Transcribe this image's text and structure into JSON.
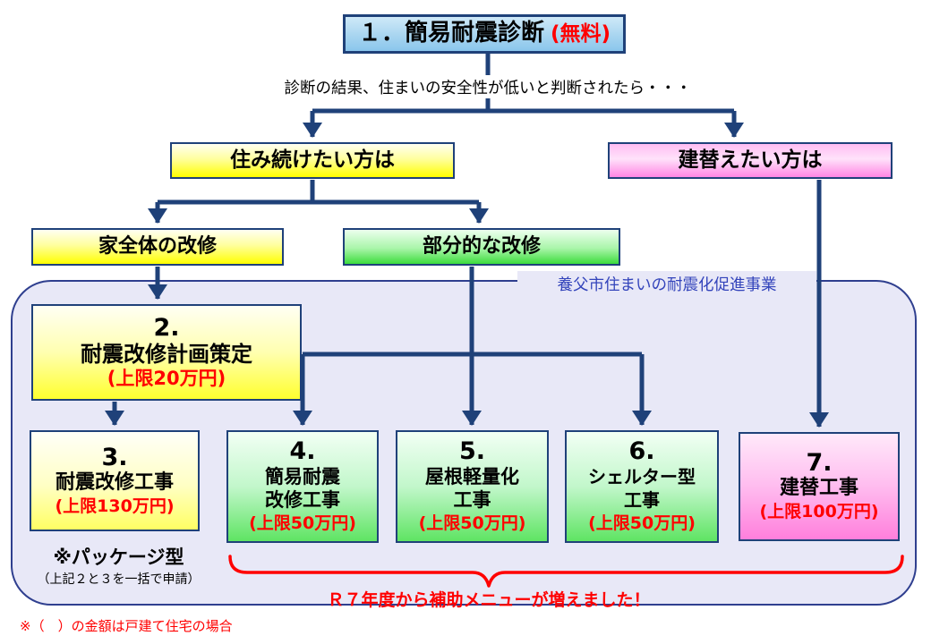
{
  "colors": {
    "connector_navy": "#1F4179",
    "accent_red": "#FF0000",
    "panel_fill": "#E8E8F7",
    "panel_label_blue": "#3344BB",
    "diagnosis_fill_blue": "#A8D5F0",
    "stay_fill_yellow": "#FFFF00",
    "partial_fill_green": "#3CDC3C",
    "rebuild_fill_pink": "#FF86E4"
  },
  "diagnosis_box": {
    "label": "１．簡易耐震診断",
    "free_note": "(無料)"
  },
  "result_caption": "診断の結果、住まいの安全性が低いと判断されたら・・・",
  "branch_stay": {
    "label": "住み続けたい方は"
  },
  "branch_rebuild": {
    "label": "建替えたい方は"
  },
  "renovation_whole": {
    "label": "家全体の改修"
  },
  "renovation_partial": {
    "label": "部分的な改修"
  },
  "program_panel": {
    "label": "養父市住まいの耐震化促進事業"
  },
  "steps": [
    {
      "number": "2.",
      "title1": "耐震改修計画策定",
      "title2": "",
      "limit": "(上限20万円)"
    },
    {
      "number": "3.",
      "title1": "耐震改修工事",
      "title2": "",
      "limit": "(上限130万円)"
    },
    {
      "number": "4.",
      "title1": "簡易耐震",
      "title2": "改修工事",
      "limit": "(上限50万円)"
    },
    {
      "number": "5.",
      "title1": "屋根軽量化",
      "title2": "工事",
      "limit": "(上限50万円)"
    },
    {
      "number": "6.",
      "title1": "シェルター型",
      "title2": "工事",
      "limit": "(上限50万円)"
    },
    {
      "number": "7.",
      "title1": "建替工事",
      "title2": "",
      "limit": "(上限100万円)"
    }
  ],
  "package_note": {
    "title": "※パッケージ型",
    "detail": "（上記２と３を一括で申請）"
  },
  "brace_caption": "Ｒ７年度から補助メニューが増えました！",
  "footer_note": "※（　）の金額は戸建て住宅の場合"
}
